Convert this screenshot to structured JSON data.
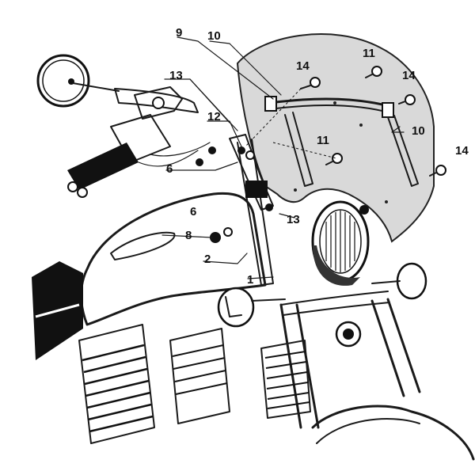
{
  "callouts": [
    {
      "id": "c9",
      "text": "9"
    },
    {
      "id": "c10a",
      "text": "10"
    },
    {
      "id": "c14a",
      "text": "14"
    },
    {
      "id": "c11a",
      "text": "11"
    },
    {
      "id": "c14b",
      "text": "14"
    },
    {
      "id": "c13a",
      "text": "13"
    },
    {
      "id": "c12",
      "text": "12"
    },
    {
      "id": "c10b",
      "text": "10"
    },
    {
      "id": "c11b",
      "text": "11"
    },
    {
      "id": "c14c",
      "text": "14"
    },
    {
      "id": "c6a",
      "text": "6"
    },
    {
      "id": "c13b",
      "text": "13"
    },
    {
      "id": "c6b",
      "text": "6"
    },
    {
      "id": "c8",
      "text": "8"
    },
    {
      "id": "c2",
      "text": "2"
    },
    {
      "id": "c1",
      "text": "1"
    }
  ],
  "colors": {
    "ink": "#111111",
    "shield": "#d9d9d9",
    "paper": "#ffffff"
  }
}
